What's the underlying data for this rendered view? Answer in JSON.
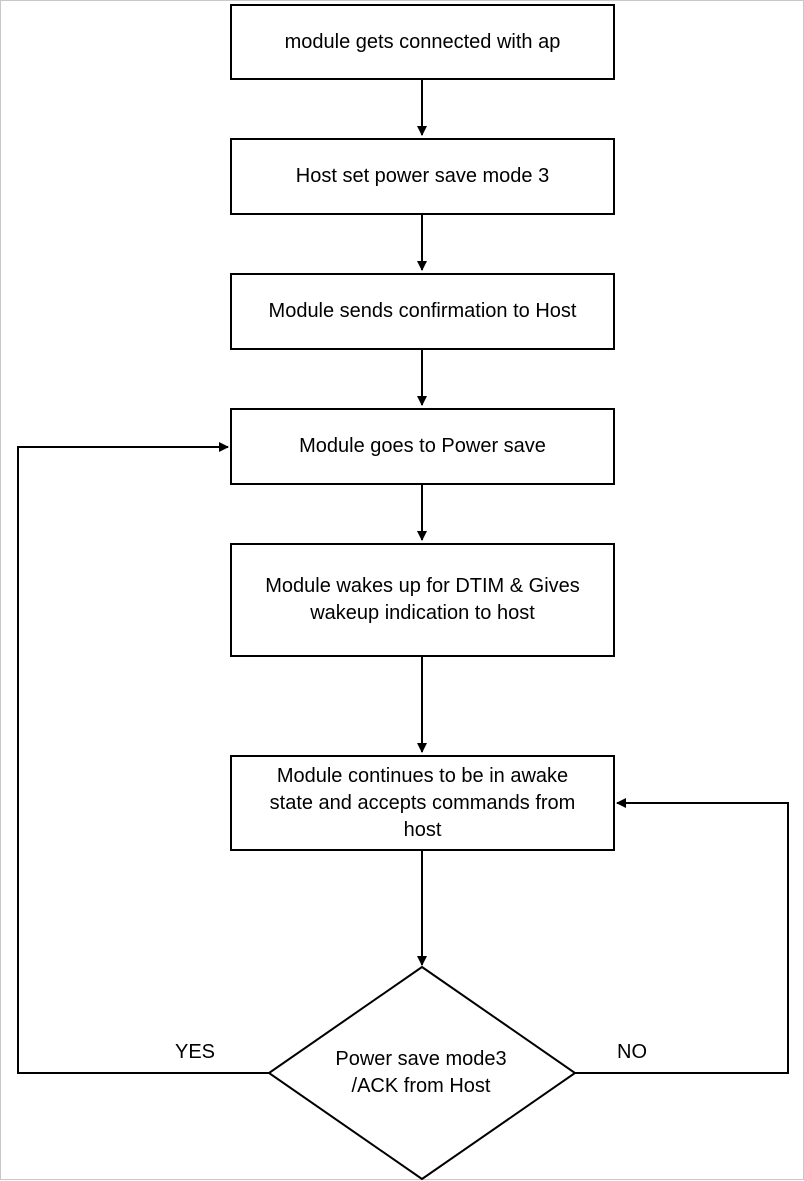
{
  "nodes": {
    "connect": "module gets connected with ap",
    "set_ps": "Host set power save mode 3",
    "confirm": "Module sends confirmation to Host",
    "power_save": "Module goes to Power save",
    "wakeup": "Module wakes up for DTIM & Gives\nwakeup indication to host",
    "awake": "Module continues to be in awake\nstate and accepts commands from\nhost"
  },
  "decision": {
    "text": "Power save mode3\n/ACK from Host",
    "yes_label": "YES",
    "no_label": "NO"
  },
  "colors": {
    "stroke": "#000000",
    "fill": "#ffffff",
    "frame": "#c8c8c8"
  }
}
